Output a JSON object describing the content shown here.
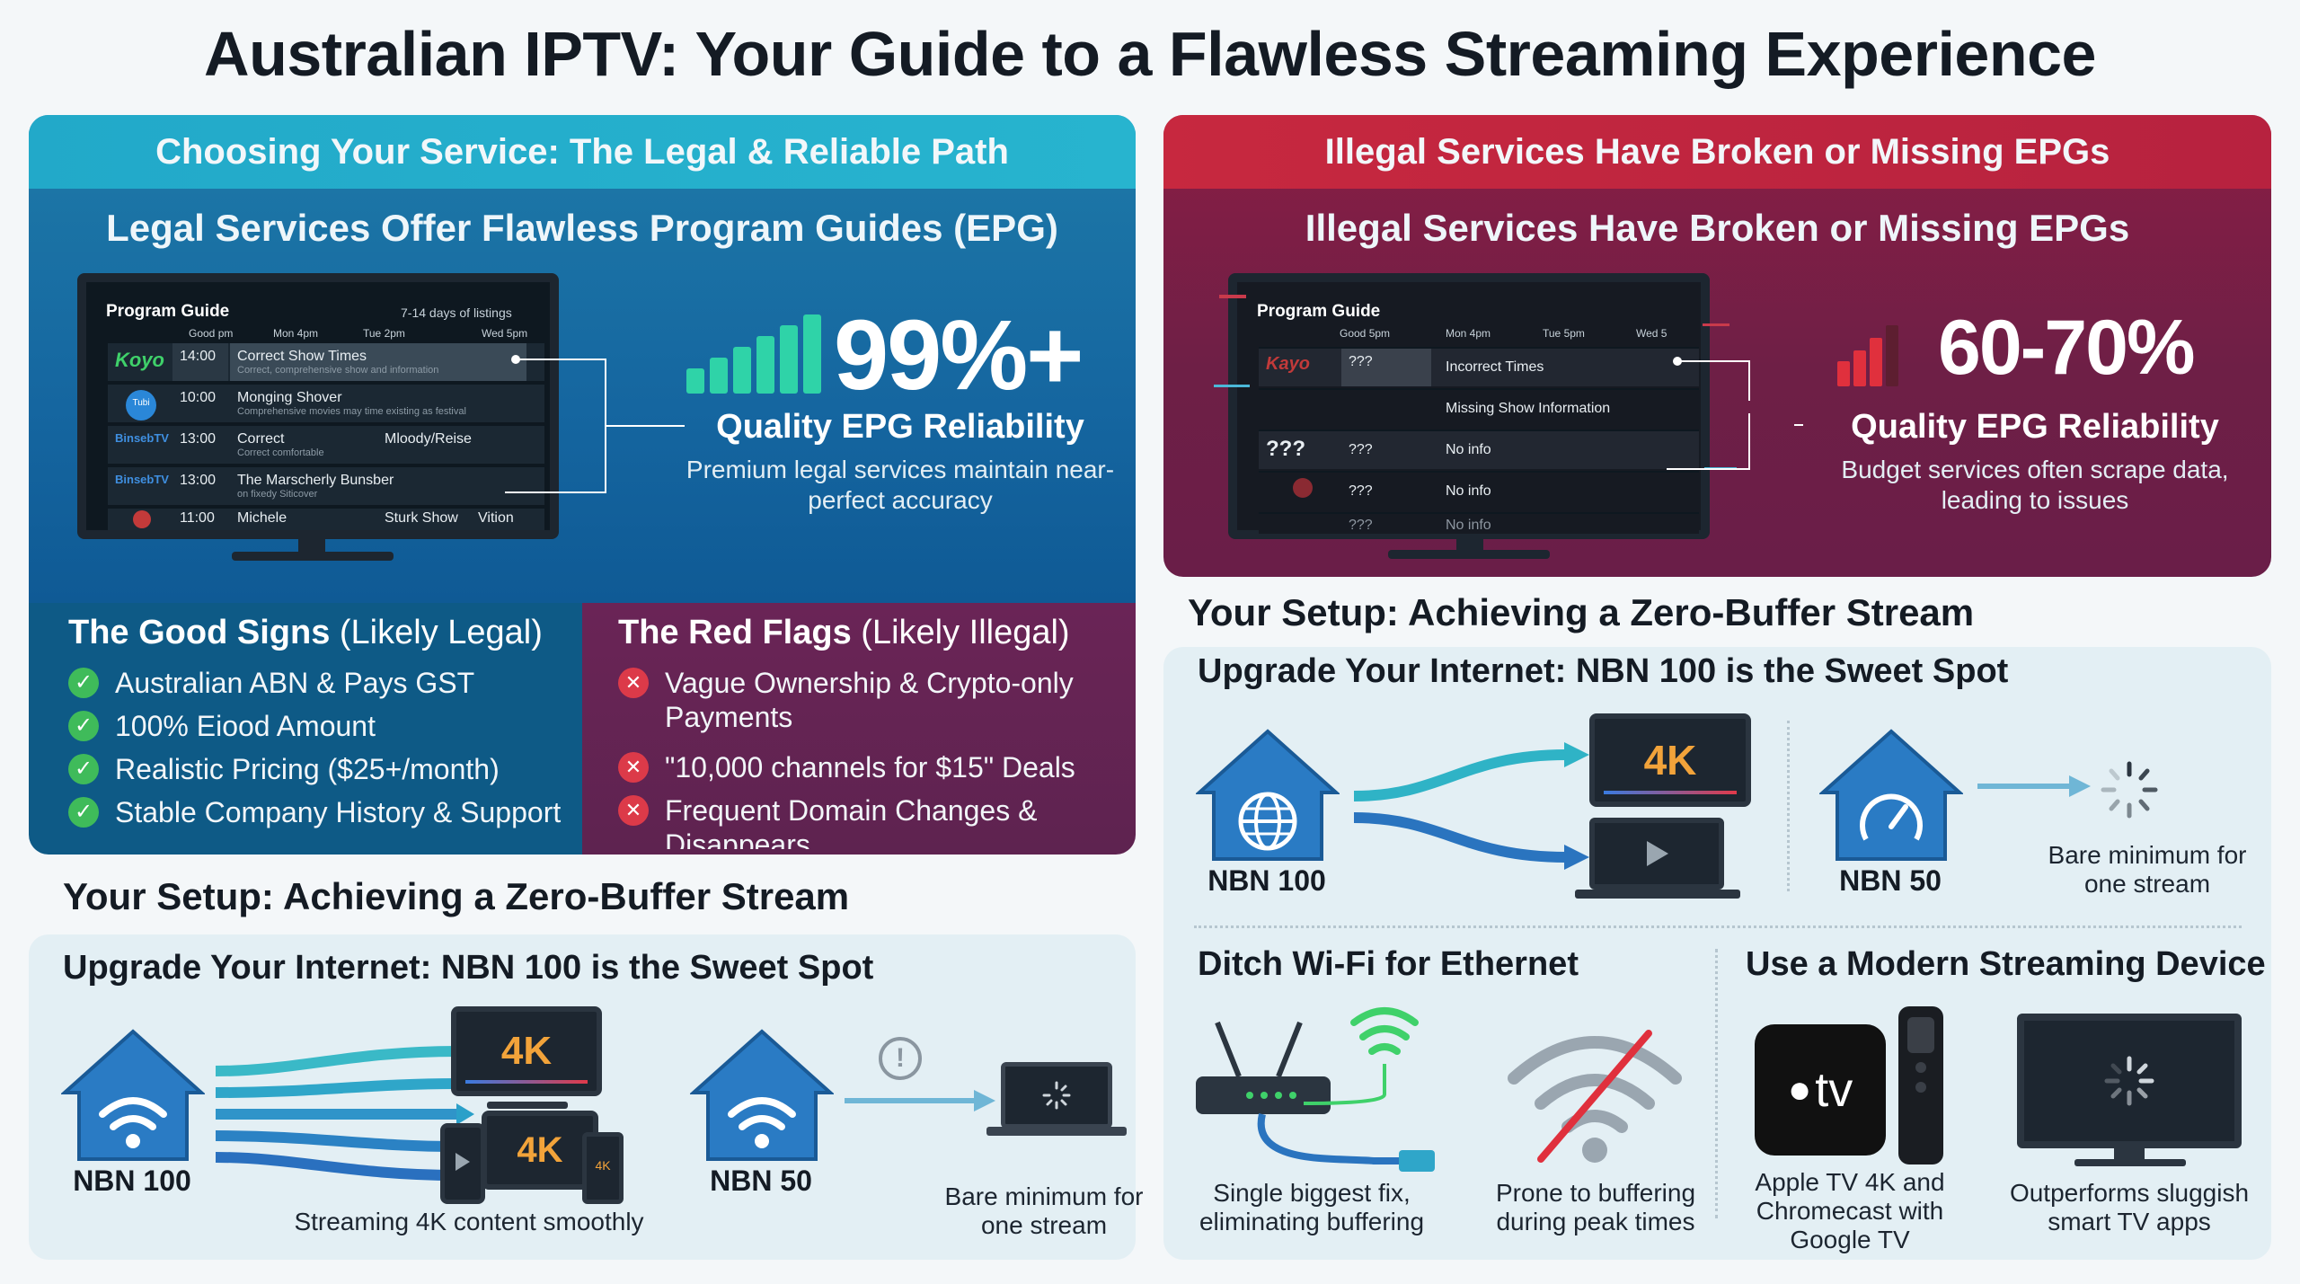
{
  "title": "Australian IPTV: Your Guide to a Flawless Streaming Experience",
  "legal_panel": {
    "bar_title": "Choosing Your Service: The Legal & Reliable Path",
    "subtitle": "Legal Services Offer Flawless Program Guides (EPG)",
    "guide": {
      "heading": "Program Guide",
      "days_note": "7-14 days of listings",
      "col_times": [
        "Good pm",
        "Mon 4pm",
        "Tue 2pm",
        "Wed 5pm"
      ],
      "rows": [
        {
          "logo": "Koyo",
          "time": "14:00",
          "show": "Correct Show Times",
          "desc": "Correct, comprehensive show and information"
        },
        {
          "logo": "Tubi",
          "time": "10:00",
          "show": "Monging Shover",
          "desc": "Comprehensive movies may time existing as festival"
        },
        {
          "logo": "BinsebTV",
          "time": "13:00",
          "show": "Correct",
          "show2": "Mloody/Reise",
          "desc": "Correct comfortable"
        },
        {
          "logo": "BinsebTV",
          "time": "13:00",
          "show": "The Marscherly Bunsber",
          "desc": "on fixedy Siticover"
        },
        {
          "logo": "",
          "time": "11:00",
          "show": "Michele",
          "show2": "Sturk Show",
          "show3": "Vition"
        }
      ]
    },
    "percent": "99%+",
    "reliability_title": "Quality EPG Reliability",
    "reliability_sub": "Premium legal services maintain near-perfect accuracy",
    "accent": "#2fd3a8"
  },
  "illegal_panel": {
    "bar_title": "Illegal Services Have Broken or Missing EPGs",
    "subtitle": "Illegal Services Have Broken or Missing EPGs",
    "guide": {
      "heading": "Program Guide",
      "col_times": [
        "Good 5pm",
        "Mon 4pm",
        "Tue 5pm",
        "Wed 5"
      ],
      "rows": [
        {
          "logo": "Kayo",
          "time": "???",
          "show": "Incorrect Times"
        },
        {
          "logo": "",
          "time": "",
          "show": "Missing Show Information"
        },
        {
          "logo": "???",
          "time": "???",
          "show": "No info"
        },
        {
          "logo": "",
          "time": "???",
          "show": "No info"
        },
        {
          "logo": "",
          "time": "???",
          "show": "No info"
        }
      ]
    },
    "percent": "60-70%",
    "reliability_title": "Quality EPG Reliability",
    "reliability_sub": "Budget services often scrape data, leading to issues",
    "accent": "#e0303d"
  },
  "good_signs": {
    "heading_bold": "The Good Signs",
    "heading_rest": " (Likely Legal)",
    "items": [
      "Australian ABN & Pays GST",
      "100% Eiood Amount",
      "Realistic Pricing ($25+/month)",
      "Stable Company History & Support"
    ]
  },
  "red_flags": {
    "heading_bold": "The Red Flags",
    "heading_rest": " (Likely Illegal)",
    "items": [
      "Vague Ownership & Crypto-only Payments",
      "\"10,000 channels for $15\" Deals",
      "Frequent Domain Changes & Disappears"
    ]
  },
  "setup_left": {
    "heading": "Your Setup: Achieving a Zero-Buffer Stream",
    "card_title": "Upgrade Your Internet: NBN 100 is the Sweet Spot",
    "nbn100": "NBN 100",
    "nbn50": "NBN 50",
    "caption_4k": "Streaming 4K content smoothly",
    "caption_min": "Bare minimum for one stream",
    "badge_4k": "4K",
    "badge_4k_small": "4K",
    "alert": "!"
  },
  "setup_right": {
    "heading": "Your Setup: Achieving a Zero-Buffer Stream",
    "card_title": "Upgrade Your Internet: NBN 100 is the Sweet Spot",
    "nbn100": "NBN 100",
    "nbn50": "NBN 50",
    "badge_4k": "4K",
    "caption_min": "Bare minimum for one stream",
    "ethernet_title": "Ditch Wi-Fi for Ethernet",
    "ethernet_caption": "Single biggest fix, eliminating buffering",
    "wifi_caption": "Prone to buffering during peak times",
    "device_title": "Use a Modern Streaming Device",
    "device_caption": "Apple TV 4K and Chromecast with Google TV",
    "appletv_label": "tv",
    "smarttv_caption": "Outperforms sluggish smart TV apps"
  }
}
